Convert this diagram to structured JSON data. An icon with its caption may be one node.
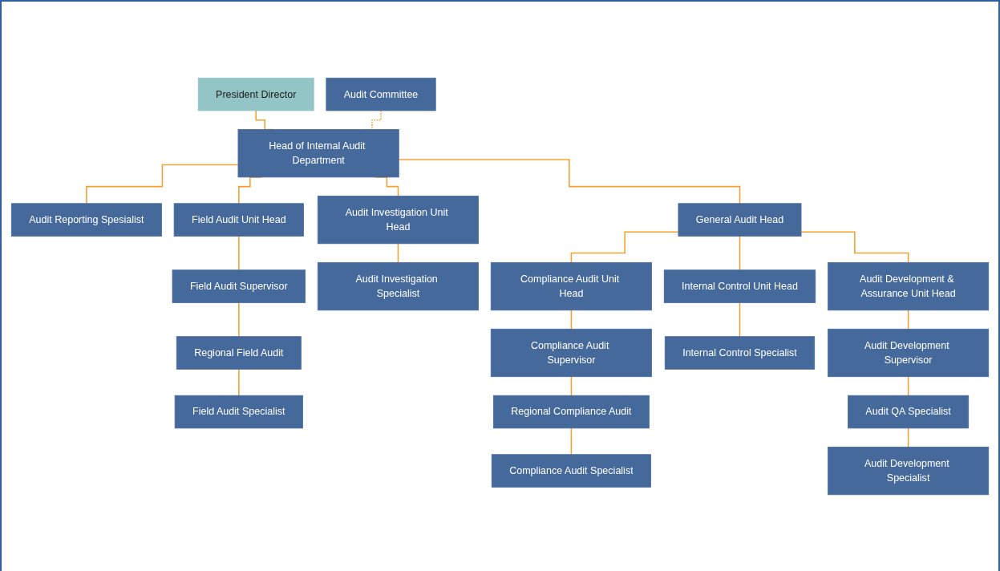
{
  "diagram": {
    "nodes": [
      {
        "text": [
          "President Director"
        ]
      },
      {
        "text": [
          "Head of Internal Audit Department"
        ]
      },
      {
        "text": [
          "Audit Committee"
        ]
      },
      {
        "text": [
          "Audit Reporting Spesialist"
        ]
      },
      {
        "text": [
          "General Audit Head"
        ]
      },
      {
        "text": [
          "Field Audit Unit Head"
        ]
      },
      {
        "text": [
          "Audit Investigation Unit Head"
        ]
      },
      {
        "text": [
          "Compliance Audit Unit Head"
        ]
      },
      {
        "text": [
          "Internal Control Unit Head"
        ]
      },
      {
        "text": [
          "Audit Development & Assurance Unit Head"
        ]
      },
      {
        "text": [
          "Field Audit Supervisor"
        ]
      },
      {
        "text": [
          "Compliance Audit Supervisor"
        ]
      },
      {
        "text": [
          "Audit Development Supervisor"
        ]
      },
      {
        "text": [
          "Regional Field Audit"
        ]
      },
      {
        "text": [
          "Regional Compliance Audit"
        ]
      },
      {
        "text": [
          "Audit QA Specialist"
        ]
      },
      {
        "text": [
          "Field Audit Specialist"
        ]
      },
      {
        "text": [
          "Audit Investigation Specialist"
        ]
      },
      {
        "text": [
          "Compliance Audit Specialist"
        ]
      },
      {
        "text": [
          "Internal Control Specialist"
        ]
      },
      {
        "text": [
          "Audit Development Specialist"
        ]
      }
    ],
    "edges": [
      {
        "from": 0,
        "to": 1,
        "arrow": "none"
      },
      {
        "from": 2,
        "to": 1,
        "arrow": "none",
        "style": "dashed"
      },
      {
        "from": 1,
        "to": 3,
        "arrow": "none"
      },
      {
        "from": 1,
        "to": 5,
        "arrow": "none"
      },
      {
        "from": 1,
        "to": 6,
        "arrow": "none"
      },
      {
        "from": 1,
        "to": 4,
        "arrow": "none"
      },
      {
        "from": 4,
        "to": 7,
        "arrow": "none"
      },
      {
        "from": 4,
        "to": 8,
        "arrow": "none"
      },
      {
        "from": 4,
        "to": 9,
        "arrow": "none"
      },
      {
        "from": 5,
        "to": 10,
        "arrow": "none"
      },
      {
        "from": 10,
        "to": 13,
        "arrow": "none"
      },
      {
        "from": 13,
        "to": 16,
        "arrow": "none"
      },
      {
        "from": 6,
        "to": 17,
        "arrow": "none"
      },
      {
        "from": 7,
        "to": 11,
        "arrow": "none"
      },
      {
        "from": 11,
        "to": 14,
        "arrow": "none"
      },
      {
        "from": 14,
        "to": 18,
        "arrow": "none"
      },
      {
        "from": 8,
        "to": 19,
        "arrow": "none"
      },
      {
        "from": 9,
        "to": 12,
        "arrow": "none"
      },
      {
        "from": 12,
        "to": 15,
        "arrow": "none"
      },
      {
        "from": 15,
        "to": 20,
        "arrow": "none"
      }
    ]
  }
}
